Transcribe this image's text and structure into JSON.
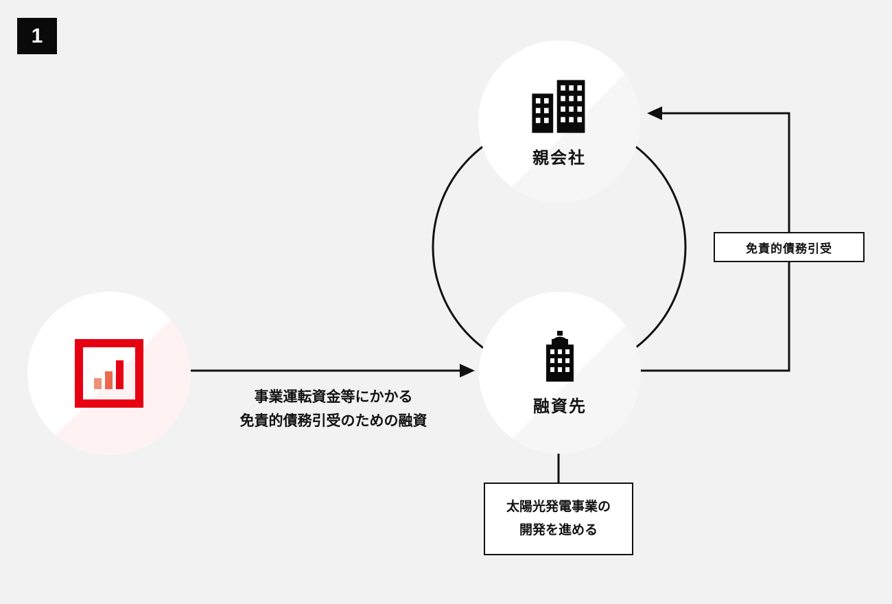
{
  "badge": {
    "label": "1"
  },
  "nodes": {
    "bank": {
      "icon": "bank-logo"
    },
    "parent": {
      "label": "親会社",
      "icon": "office-buildings-icon"
    },
    "borrower": {
      "label": "融資先",
      "icon": "corporate-tower-icon"
    }
  },
  "edges": {
    "loan_label_line1": "事業運転資金等にかかる",
    "loan_label_line2": "免責的債務引受のための融資",
    "assumption_label": "免責的債務引受",
    "solar_label_line1": "太陽光発電事業の",
    "solar_label_line2": "開発を進める"
  },
  "colors": {
    "accent_red": "#e60012",
    "line": "#111111",
    "background": "#f2f2f2"
  }
}
